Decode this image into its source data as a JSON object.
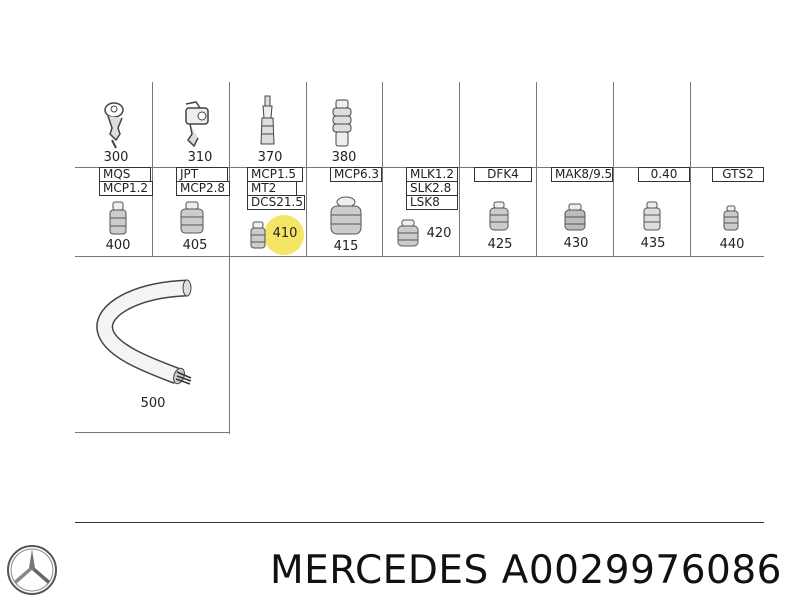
{
  "parts_row1": [
    {
      "number": "300",
      "icon": "terminal-300-icon"
    },
    {
      "number": "310",
      "icon": "terminal-310-icon"
    },
    {
      "number": "370",
      "icon": "pin-370-icon"
    },
    {
      "number": "380",
      "icon": "seal-380-icon"
    }
  ],
  "type_labels": {
    "col1": [
      "MQS",
      "MCP1.2"
    ],
    "col2": [
      "JPT",
      "MCP2.8"
    ],
    "col3": [
      "MCP1.5",
      "MT2",
      "DCS21.5"
    ],
    "col4": [
      "MCP6.3"
    ],
    "col5": [
      "MLK1.2",
      "SLK2.8",
      "LSK8"
    ],
    "col6": [
      "DFK4"
    ],
    "col7": [
      "MAK8/9.5"
    ],
    "col8": [
      "0.40"
    ],
    "col9": [
      "GTS2"
    ]
  },
  "parts_row2": [
    {
      "number": "400"
    },
    {
      "number": "405"
    },
    {
      "number": "410",
      "highlighted": true,
      "highlight_color": "#f3e04a"
    },
    {
      "number": "415"
    },
    {
      "number": "420"
    },
    {
      "number": "425"
    },
    {
      "number": "430"
    },
    {
      "number": "435"
    },
    {
      "number": "440"
    }
  ],
  "cable": {
    "number": "500",
    "icon": "cable-500-icon"
  },
  "footer": {
    "brand_text": "MERCEDES A0029976086",
    "logo": "mercedes-star-logo"
  }
}
